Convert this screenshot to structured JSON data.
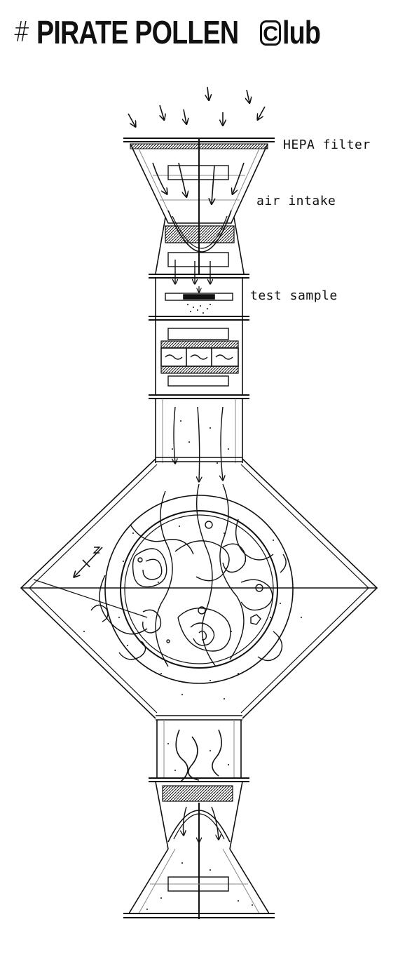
{
  "header": {
    "hash": "#",
    "title_main": "PIRATE POLLEN",
    "title_c": "C",
    "title_rest": "lub"
  },
  "labels": {
    "hepa": "HEPA filter",
    "intake": "air intake",
    "sample": "test sample"
  },
  "colors": {
    "ink": "#111111",
    "grey": "#888888",
    "background": "#ffffff"
  }
}
